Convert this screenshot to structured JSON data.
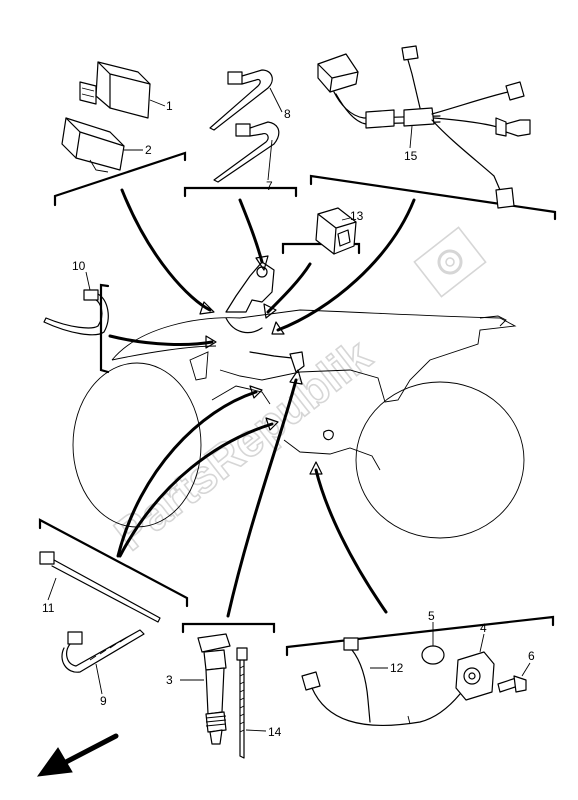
{
  "watermark": "PartsRepublik",
  "callouts": [
    {
      "id": "c1",
      "text": "1"
    },
    {
      "id": "c2",
      "text": "2"
    },
    {
      "id": "c3",
      "text": "3"
    },
    {
      "id": "c4",
      "text": "4"
    },
    {
      "id": "c5",
      "text": "5"
    },
    {
      "id": "c6",
      "text": "6"
    },
    {
      "id": "c7",
      "text": "7"
    },
    {
      "id": "c8",
      "text": "8"
    },
    {
      "id": "c9",
      "text": "9"
    },
    {
      "id": "c10",
      "text": "10"
    },
    {
      "id": "c11",
      "text": "11"
    },
    {
      "id": "c12",
      "text": "12"
    },
    {
      "id": "c13",
      "text": "13"
    },
    {
      "id": "c14",
      "text": "14"
    },
    {
      "id": "c15",
      "text": "15"
    }
  ],
  "icons": {
    "front_arrow": "direction-arrow-icon",
    "watermark_gear": "gear-icon"
  }
}
